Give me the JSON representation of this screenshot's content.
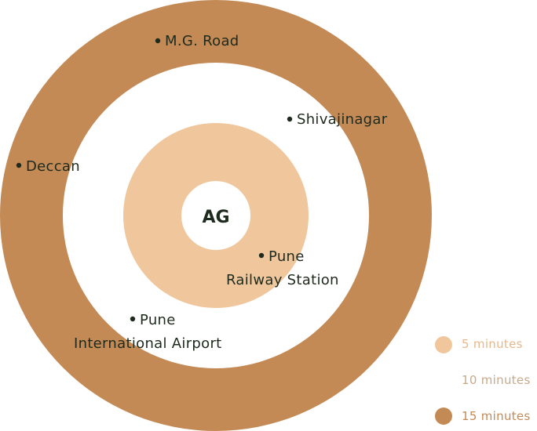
{
  "colors": {
    "outer_ring": "#c48a55",
    "inner_ring": "#f0c79d",
    "band": "#ffffff",
    "text": "#1d2a1d",
    "legend_5": "#f0c79d",
    "legend_10": "#ffffff",
    "legend_15": "#c48a55",
    "legend_text_5": "#e8b88a",
    "legend_text_10": "#c8a98a",
    "legend_text_15": "#c48a55"
  },
  "center": {
    "label": "AG"
  },
  "locations": [
    {
      "id": "mg-road",
      "lines": [
        "M.G. Road"
      ]
    },
    {
      "id": "shivajinagar",
      "lines": [
        "Shivajinagar"
      ]
    },
    {
      "id": "deccan",
      "lines": [
        "Deccan"
      ]
    },
    {
      "id": "pune-railway-station",
      "lines": [
        "Pune",
        "Railway Station"
      ]
    },
    {
      "id": "pune-international-airport",
      "lines": [
        "Pune",
        "International Airport"
      ]
    }
  ],
  "legend": [
    {
      "id": "5-min",
      "label": "5 minutes"
    },
    {
      "id": "10-min",
      "label": "10 minutes"
    },
    {
      "id": "15-min",
      "label": "15 minutes"
    }
  ]
}
